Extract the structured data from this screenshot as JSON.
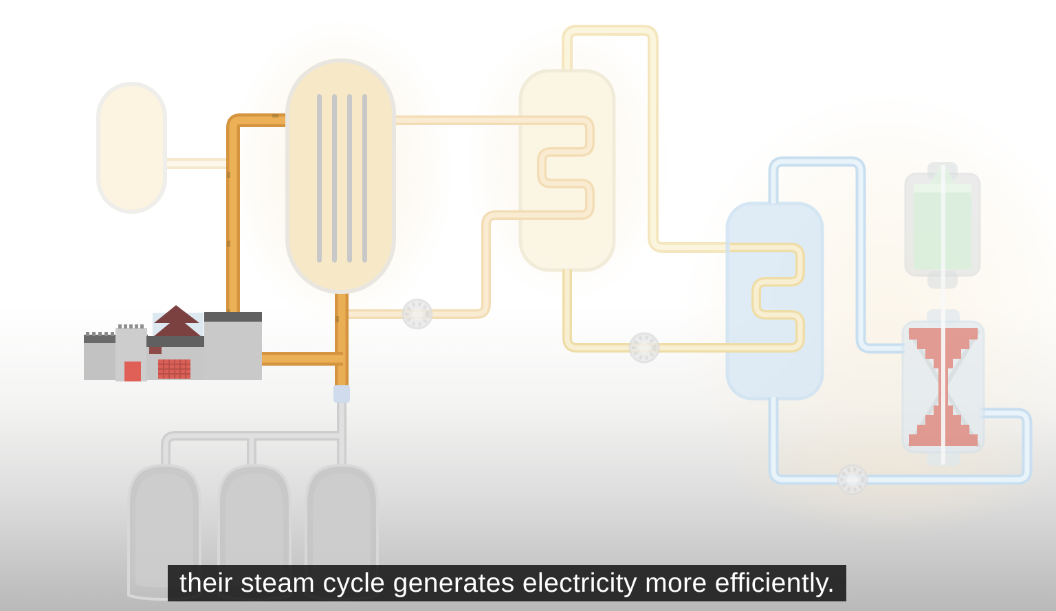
{
  "video_frame": {
    "caption": {
      "text": "their steam cycle generates electricity more efficiently.",
      "text_color": "#ffffff",
      "background_color": "#101010"
    },
    "diagram": {
      "description": "nuclear power plant steam cycle schematic, mostly faded with primary coolant loop and plant building highlighted",
      "components": [
        {
          "id": "pressurizer-vessel",
          "label": "pressurizer vessel"
        },
        {
          "id": "reactor-vessel",
          "label": "reactor vessel with four control rods"
        },
        {
          "id": "primary-coolant-pipe",
          "label": "highlighted orange primary coolant loop"
        },
        {
          "id": "plant-building",
          "label": "nuclear power plant building with containment dome"
        },
        {
          "id": "steam-generator",
          "label": "steam generator with heating coil"
        },
        {
          "id": "condenser",
          "label": "condenser vessel with cooling coil"
        },
        {
          "id": "electric-generator",
          "label": "electric generator (green)"
        },
        {
          "id": "steam-turbine",
          "label": "steam turbine (red blades)"
        },
        {
          "id": "coolant-pump",
          "label": "circulation pumps (3)"
        },
        {
          "id": "storage-tanks",
          "label": "three gray storage tanks"
        }
      ],
      "colors": {
        "highlight_orange": "#e2a44a",
        "vessel_cream": "#f7e8c7",
        "steam_yellow": "#f4e7bf",
        "water_blue": "#c9dff0",
        "condenser_blue": "#dae9f5",
        "generator_green": "#d5edd9",
        "turbine_red": "#dd7b71",
        "tank_gray": "#c9c9c9",
        "building_gray": "#c6c6c6",
        "roof_dark": "#606060",
        "dome_roof_maroon": "#7a4140"
      }
    }
  }
}
